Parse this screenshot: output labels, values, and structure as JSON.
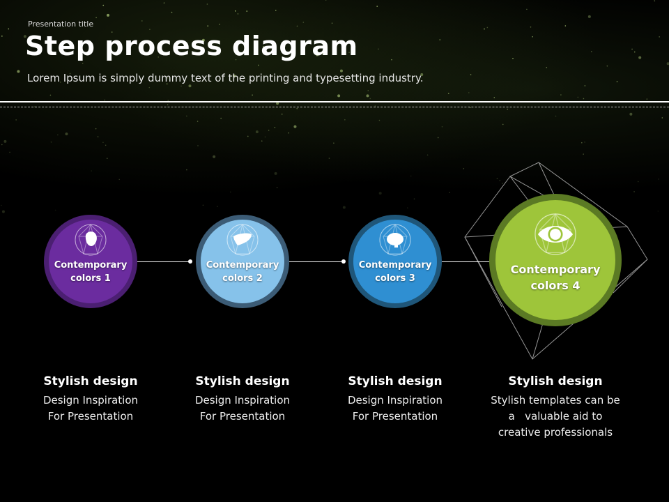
{
  "header": {
    "presentation_title": "Presentation  title",
    "title": "Step process diagram",
    "subtitle": "Lorem Ipsum is simply dummy text of the printing and typesetting industry."
  },
  "steps": [
    {
      "label_line1": "Contemporary",
      "label_line2": "colors 1",
      "icon": "heart-icon",
      "color": "#6b2c9f",
      "heading": "Stylish design",
      "text_line1": "Design Inspiration",
      "text_line2": "For Presentation",
      "text_line3": ""
    },
    {
      "label_line1": "Contemporary",
      "label_line2": "colors 2",
      "icon": "liver-icon",
      "color": "#86c2ea",
      "heading": "Stylish design",
      "text_line1": "Design Inspiration",
      "text_line2": "For Presentation",
      "text_line3": ""
    },
    {
      "label_line1": "Contemporary",
      "label_line2": "colors 3",
      "icon": "brain-icon",
      "color": "#2f8fd2",
      "heading": "Stylish design",
      "text_line1": "Design Inspiration",
      "text_line2": "For Presentation",
      "text_line3": ""
    },
    {
      "label_line1": "Contemporary",
      "label_line2": "colors 4",
      "icon": "eye-icon",
      "color": "#9ec53a",
      "heading": "Stylish design",
      "text_line1": "Stylish templates can be",
      "text_line2": "a   valuable aid to",
      "text_line3": "creative professionals"
    }
  ]
}
